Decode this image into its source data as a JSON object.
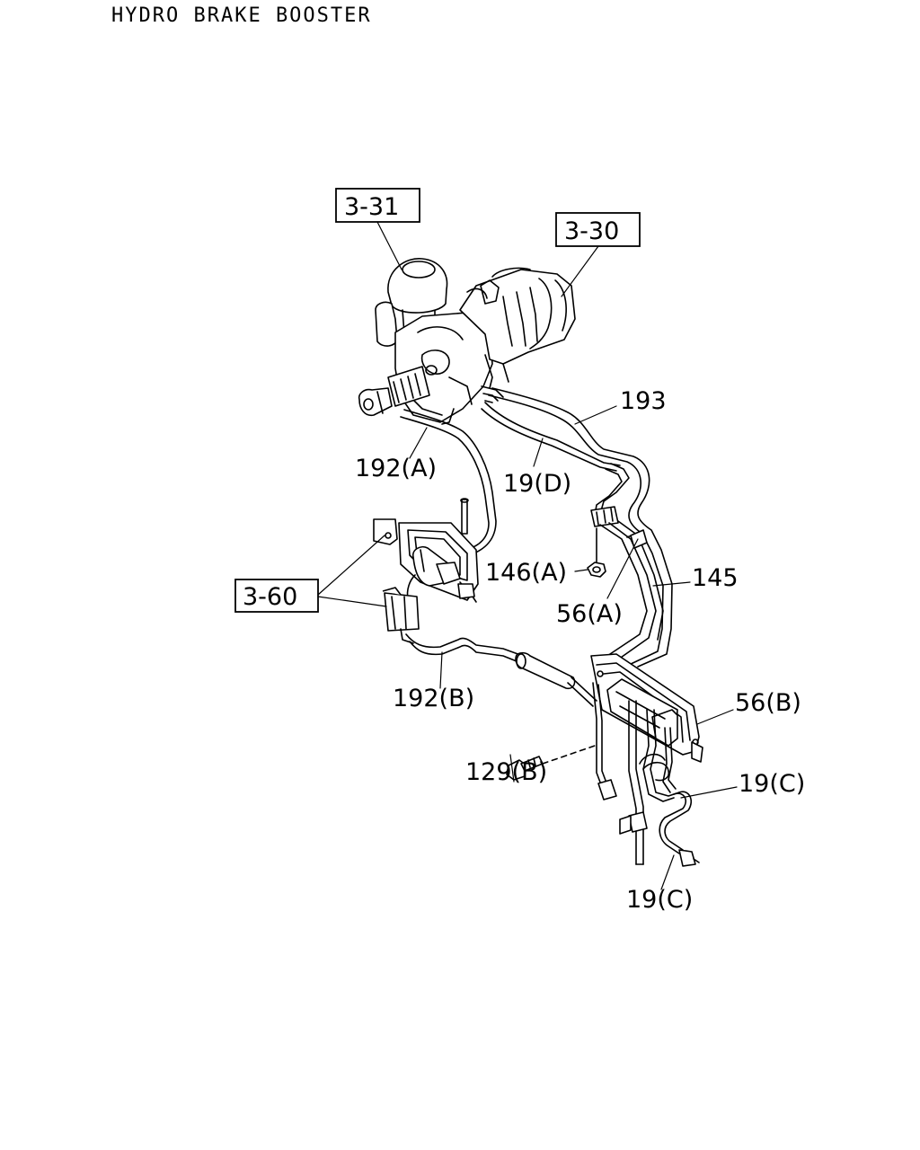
{
  "title": "HYDRO BRAKE BOOSTER",
  "references": {
    "ref_3_31": "3-31",
    "ref_3_30": "3-30",
    "ref_3_60": "3-60"
  },
  "parts": {
    "p193": "193",
    "p192a": "192(A)",
    "p19d": "19(D)",
    "p146a": "146(A)",
    "p145": "145",
    "p56a": "56(A)",
    "p192b": "192(B)",
    "p56b": "56(B)",
    "p129b": "129(B)",
    "p19c_upper": "19(C)",
    "p19c_lower": "19(C)"
  }
}
